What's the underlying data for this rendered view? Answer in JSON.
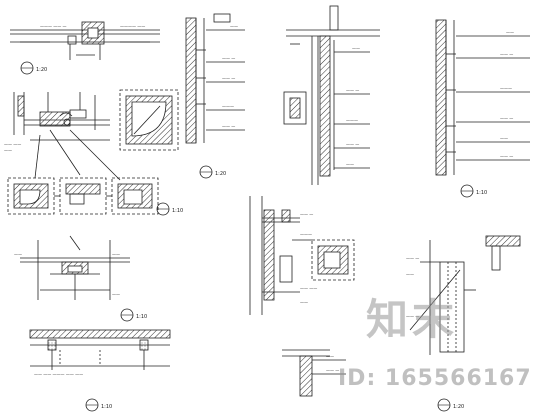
{
  "watermark": {
    "logo_text": "知末",
    "id_text": "ID: 165566167"
  },
  "scale_labels": {
    "detail_1": "1:20",
    "detail_2": "1:10",
    "detail_3": "1:10",
    "detail_4": "1:10",
    "detail_5": "1:20",
    "detail_6": "1:10",
    "detail_7": "1:20"
  },
  "colors": {
    "line": "#222222",
    "hatch": "#444444",
    "watermark": "#969696"
  }
}
